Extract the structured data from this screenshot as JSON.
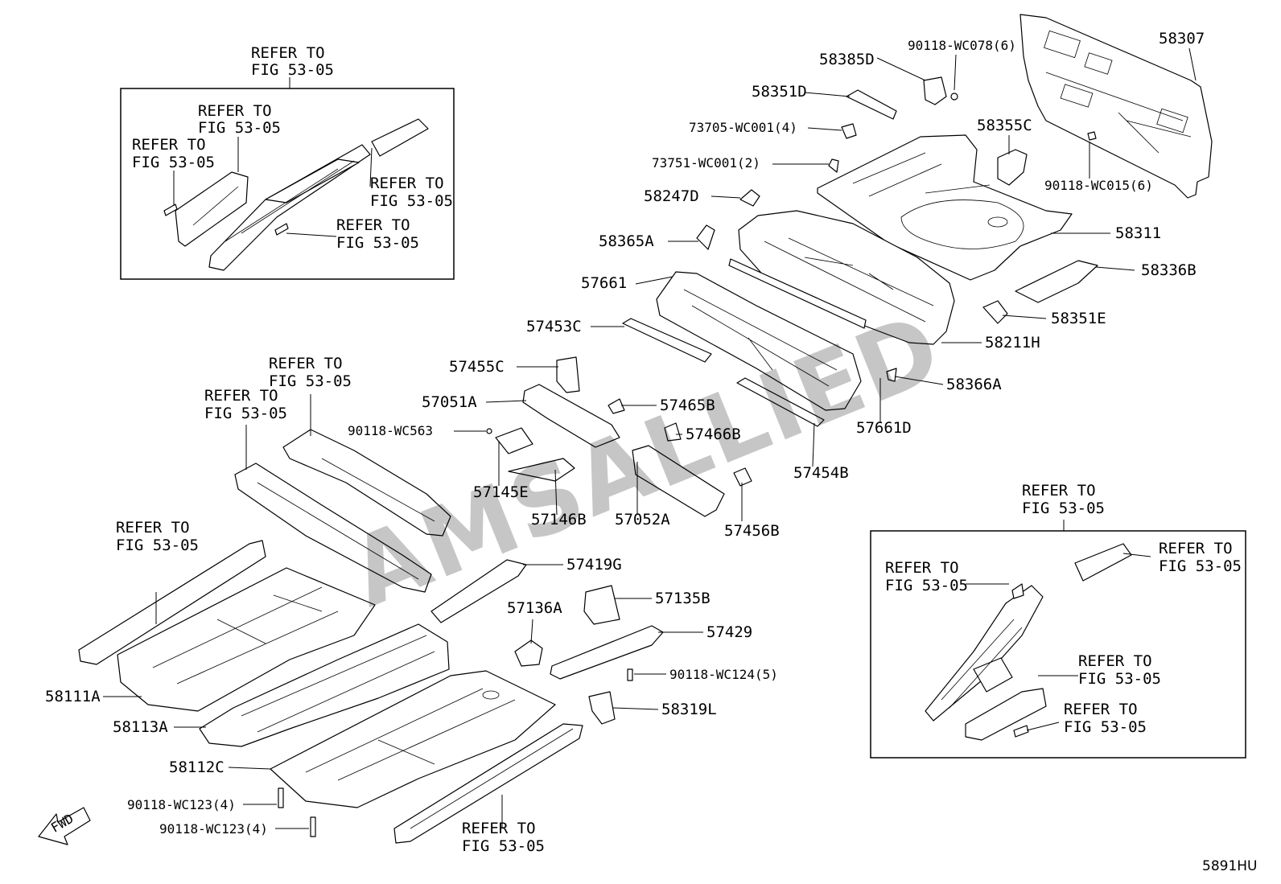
{
  "callouts": [
    {
      "id": "58307",
      "text": "58307"
    },
    {
      "id": "58385D",
      "text": "58385D"
    },
    {
      "id": "90118-WC078",
      "text": "90118-WC078(6)"
    },
    {
      "id": "58351D",
      "text": "58351D"
    },
    {
      "id": "58355C",
      "text": "58355C"
    },
    {
      "id": "73705-WC001",
      "text": "73705-WC001(4)"
    },
    {
      "id": "73751-WC001",
      "text": "73751-WC001(2)"
    },
    {
      "id": "90118-WC015",
      "text": "90118-WC015(6)"
    },
    {
      "id": "58247D",
      "text": "58247D"
    },
    {
      "id": "58311",
      "text": "58311"
    },
    {
      "id": "58365A",
      "text": "58365A"
    },
    {
      "id": "58336B",
      "text": "58336B"
    },
    {
      "id": "57661",
      "text": "57661"
    },
    {
      "id": "58351E",
      "text": "58351E"
    },
    {
      "id": "57453C",
      "text": "57453C"
    },
    {
      "id": "58211H",
      "text": "58211H"
    },
    {
      "id": "57455C",
      "text": "57455C"
    },
    {
      "id": "58366A",
      "text": "58366A"
    },
    {
      "id": "57051A",
      "text": "57051A"
    },
    {
      "id": "57465B",
      "text": "57465B"
    },
    {
      "id": "90118-WC563",
      "text": "90118-WC563"
    },
    {
      "id": "57466B",
      "text": "57466B"
    },
    {
      "id": "57661D",
      "text": "57661D"
    },
    {
      "id": "57145E",
      "text": "57145E"
    },
    {
      "id": "57454B",
      "text": "57454B"
    },
    {
      "id": "57146B",
      "text": "57146B"
    },
    {
      "id": "57052A",
      "text": "57052A"
    },
    {
      "id": "57456B",
      "text": "57456B"
    },
    {
      "id": "57419G",
      "text": "57419G"
    },
    {
      "id": "57136A",
      "text": "57136A"
    },
    {
      "id": "57135B",
      "text": "57135B"
    },
    {
      "id": "57429",
      "text": "57429"
    },
    {
      "id": "90118-WC124",
      "text": "90118-WC124(5)"
    },
    {
      "id": "58111A",
      "text": "58111A"
    },
    {
      "id": "58319L",
      "text": "58319L"
    },
    {
      "id": "58113A",
      "text": "58113A"
    },
    {
      "id": "58112C",
      "text": "58112C"
    },
    {
      "id": "90118-WC123-a",
      "text": "90118-WC123(4)"
    },
    {
      "id": "90118-WC123-b",
      "text": "90118-WC123(4)"
    }
  ],
  "refer": {
    "line1": "REFER TO",
    "line2": "FIG 53-05"
  },
  "watermark": "AMSALLIED",
  "fwd": "FWD",
  "diagram_code": "5891HU"
}
